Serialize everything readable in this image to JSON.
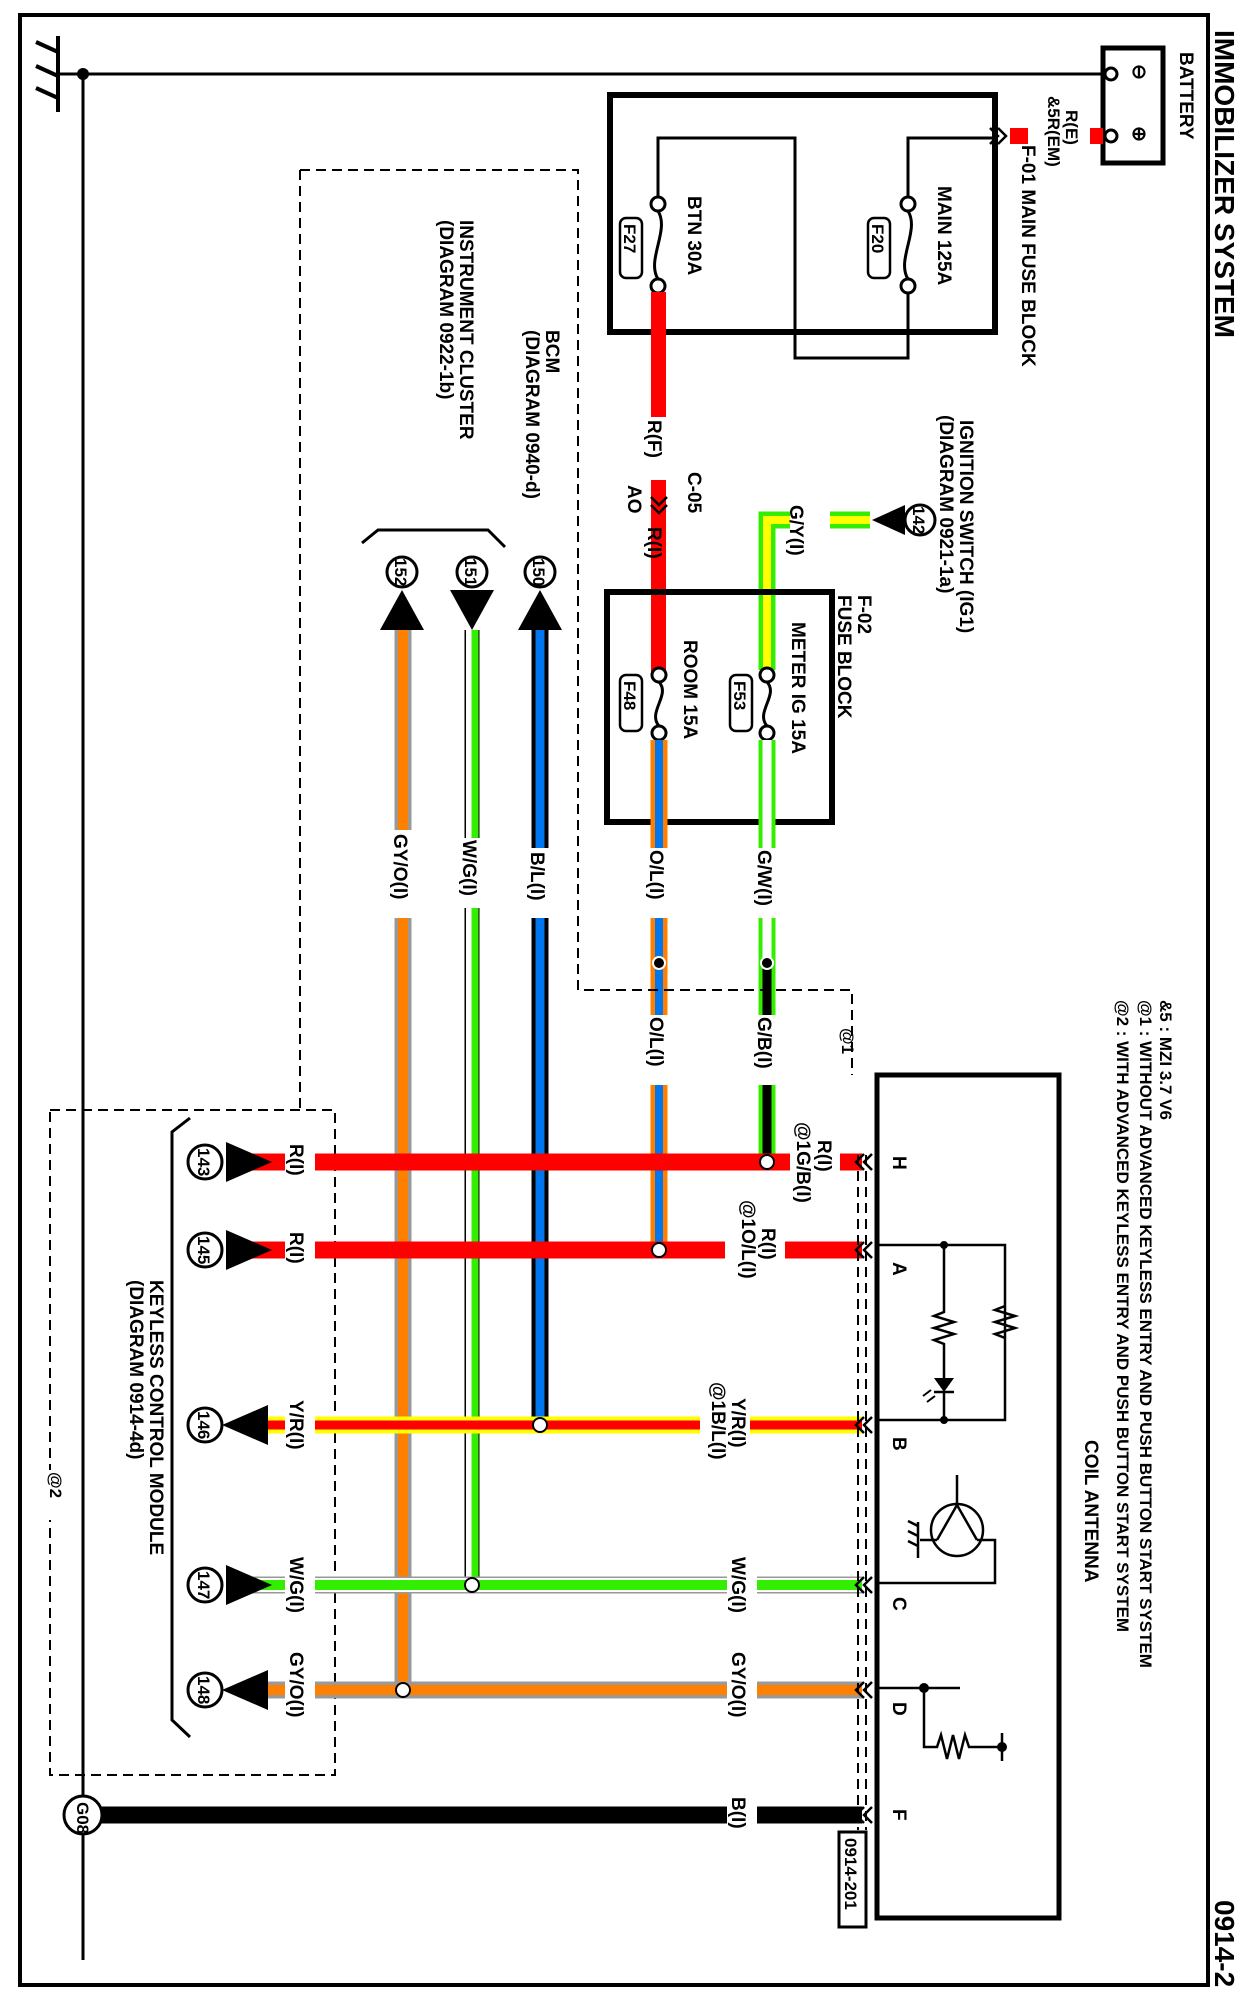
{
  "title": "IMMOBILIZER SYSTEM",
  "page_number": "0914-2",
  "notes": [
    "&5 : MZI 3.7 V6",
    "@1 : WITHOUT ADVANCED KEYLESS ENTRY AND PUSH BUTTON START SYSTEM",
    "@2 : WITH ADVANCED KEYLESS ENTRY AND PUSH BUTTON START SYSTEM"
  ],
  "components": {
    "battery": {
      "label": "BATTERY",
      "neg": "⊖",
      "pos": "⊕",
      "wire_label_1": "R(E)",
      "wire_label_2": "&5R(EM)"
    },
    "main_fuse_block": {
      "label": "F-01  MAIN FUSE BLOCK",
      "fuses": [
        {
          "id": "F20",
          "name": "MAIN 125A"
        },
        {
          "id": "F27",
          "name": "BTN 30A"
        }
      ]
    },
    "ignition_switch": {
      "label": "IGNITION SWITCH (IG1)",
      "ref": "(DIAGRAM 0921-1a)",
      "connector": "142",
      "wire": "G/Y(I)"
    },
    "connector_c05": {
      "label": "C-05",
      "sub": "AO",
      "wire_in": "R(F)",
      "wire_out": "R(I)"
    },
    "fuse_block_f02": {
      "label_1": "F-02",
      "label_2": "FUSE BLOCK",
      "fuses": [
        {
          "id": "F53",
          "name": "METER IG 15A"
        },
        {
          "id": "F48",
          "name": "ROOM 15A"
        }
      ]
    },
    "bcm": {
      "label": "BCM",
      "ref": "(DIAGRAM 0940-d)"
    },
    "instrument_cluster": {
      "label": "INSTRUMENT CLUSTER",
      "ref": "(DIAGRAM 0922-1b)",
      "connectors": [
        "150",
        "151",
        "152"
      ]
    },
    "keyless_control_module": {
      "label": "KEYLESS CONTROL MODULE",
      "ref": "(DIAGRAM 0914-4d)",
      "connectors": [
        "143",
        "145",
        "146",
        "147",
        "148"
      ]
    },
    "coil_antenna": {
      "label": "COIL ANTENNA",
      "connector_ref": "0914-201",
      "pins": [
        "H",
        "A",
        "B",
        "C",
        "D",
        "F"
      ]
    },
    "ground": {
      "label": "G08"
    }
  },
  "wires": {
    "g_w": "G/W(I)",
    "g_b": "G/B(I)",
    "o_l_1": "O/L(I)",
    "o_l_2": "O/L(I)",
    "b_l": "B/L(I)",
    "w_g_v": "W/G(I)",
    "gy_o_v": "GY/O(I)",
    "h_right": "R(I)",
    "h_right_alt": "@1G/B(I)",
    "a_right": "R(I)",
    "a_right_alt": "@1O/L(I)",
    "b_right": "Y/R(I)",
    "b_right_alt": "@1B/L(I)",
    "c_right": "W/G(I)",
    "d_right": "GY/O(I)",
    "f_right": "B(I)",
    "k143": "R(I)",
    "k145": "R(I)",
    "k146": "Y/R(I)",
    "k147": "W/G(I)",
    "k148": "GY/O(I)"
  },
  "option_tags": {
    "at1": "@1",
    "at2": "@2"
  },
  "colors": {
    "red": "#ff0000",
    "green": "#33ee00",
    "yellow": "#ffff00",
    "blue": "#0077ee",
    "orange": "#ff8000",
    "gray": "#999999",
    "black": "#000000"
  }
}
